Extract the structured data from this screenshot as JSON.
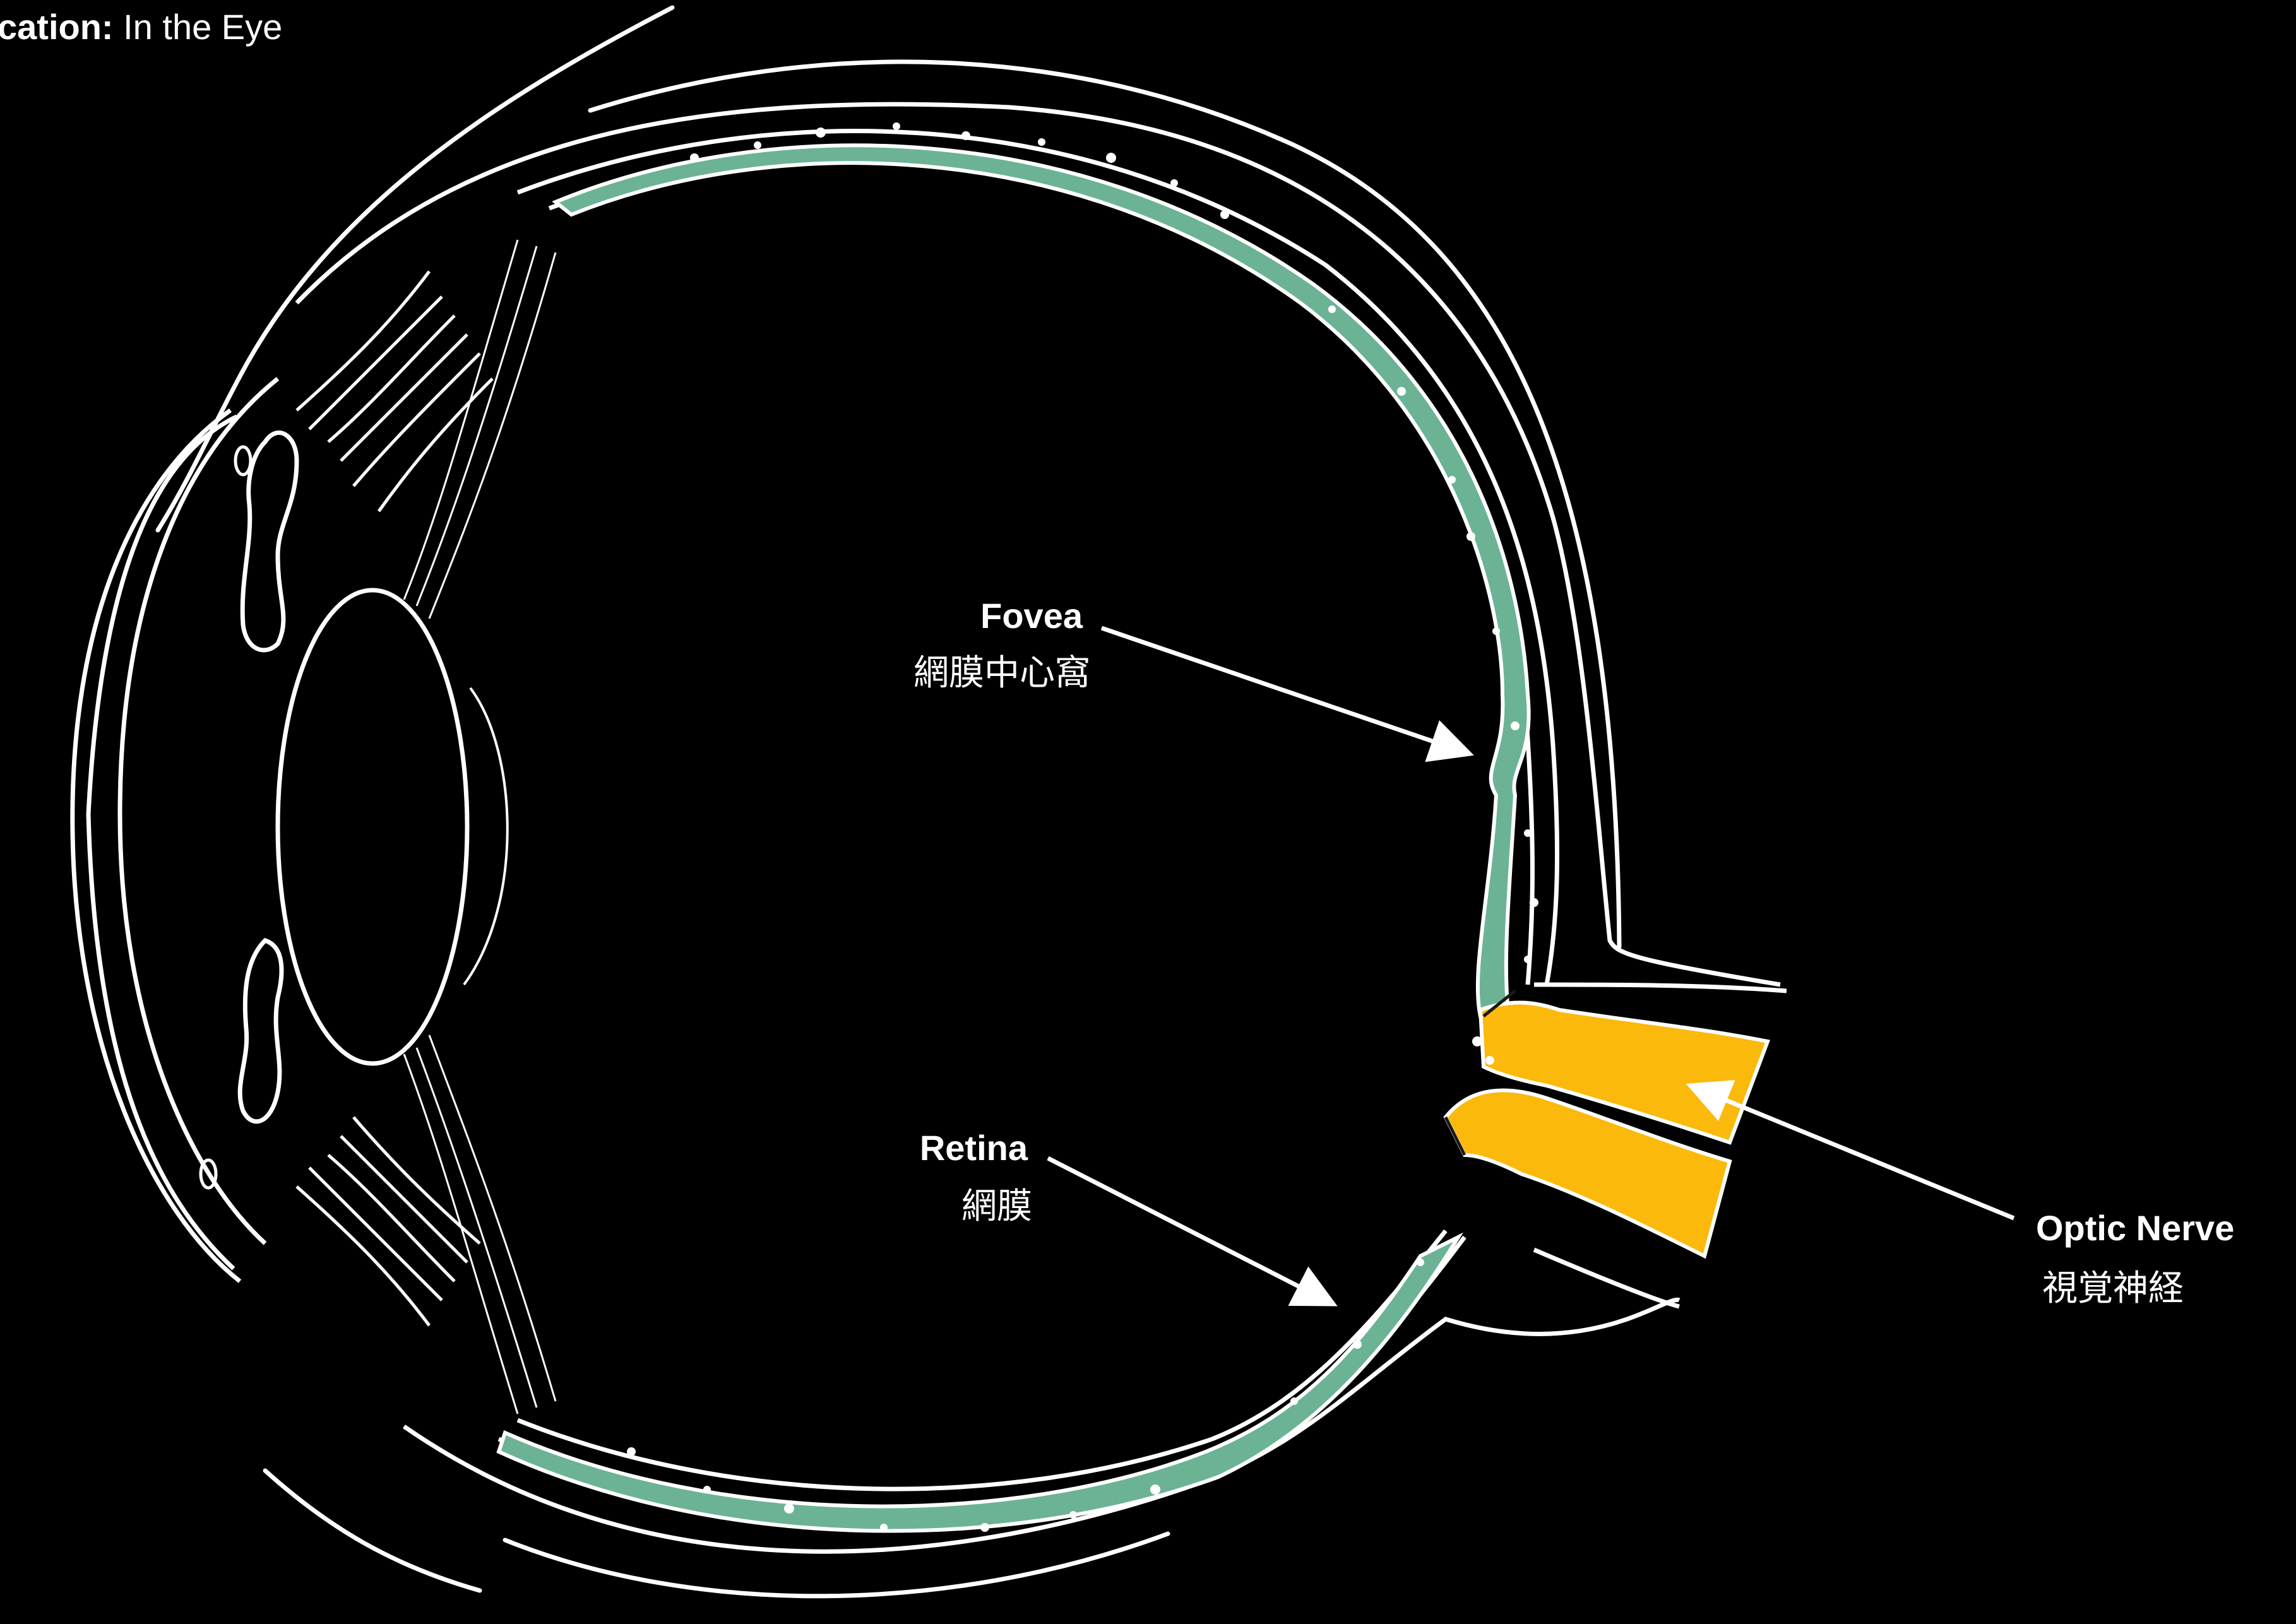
{
  "location": {
    "key": "cation:",
    "value": " In the Eye"
  },
  "labels": {
    "fovea": {
      "en": "Fovea",
      "jp": "網膜中心窩"
    },
    "retina": {
      "en": "Retina",
      "jp": "網膜"
    },
    "optic_nerve": {
      "en": "Optic Nerve",
      "jp": "視覚神経"
    }
  },
  "colors": {
    "background": "#000000",
    "outline": "#ffffff",
    "retina": "#6cb396",
    "optic_nerve": "#fbb90c"
  }
}
